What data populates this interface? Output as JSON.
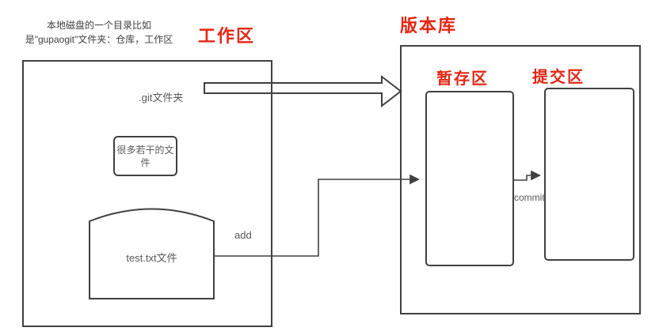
{
  "colors": {
    "accent": "#e42613",
    "line": "#404040",
    "muted_text": "#595959"
  },
  "note_box": {
    "line1": "本地磁盘的一个目录比如",
    "line2": "是\"gupaogit\"文件夹：仓库，工作区"
  },
  "working_area": {
    "title": "工作区",
    "git_folder_label": ".git文件夹",
    "files_box_label": "很多若干的文件",
    "test_file_label": "test.txt文件"
  },
  "repository": {
    "title": "版本库",
    "staging_label": "暂存区",
    "commit_label": "提交区"
  },
  "arrows": {
    "add_label": "add",
    "commit_label": "commit"
  }
}
